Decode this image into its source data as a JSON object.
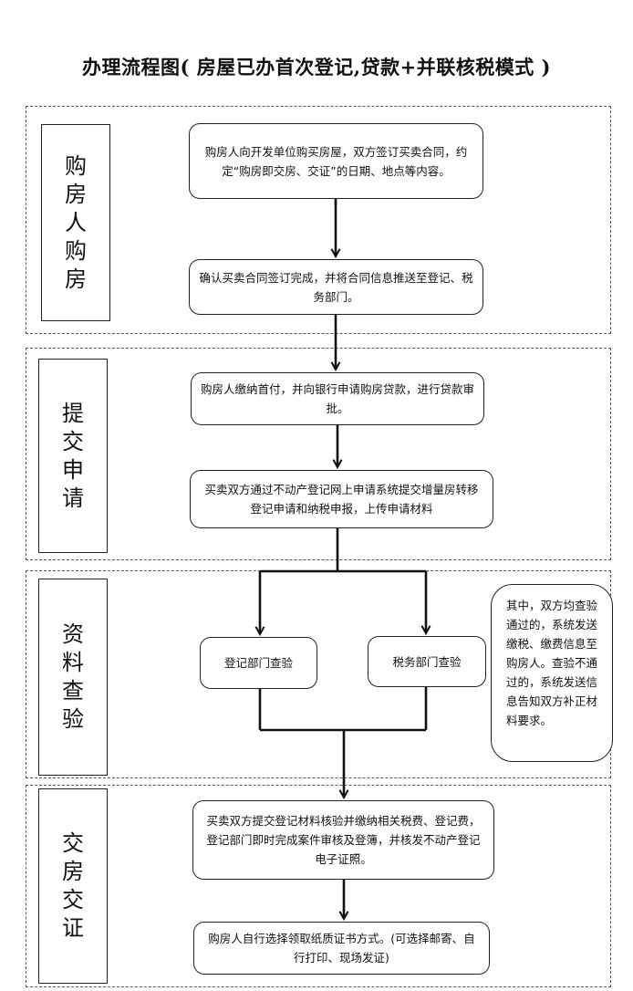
{
  "title": "办理流程图( 房屋已办首次登记,贷款+并联核税模式 )",
  "stages": [
    {
      "label": "购房人购房"
    },
    {
      "label": "提交申请"
    },
    {
      "label": "资料查验"
    },
    {
      "label": "交房交证"
    }
  ],
  "steps": {
    "s1": "购房人向开发单位购买房屋，双方签订买卖合同，约定“购房即交房、交证”的日期、地点等内容。",
    "s2": "确认买卖合同签订完成，并将合同信息推送至登记、税务部门。",
    "s3": "购房人缴纳首付，并向银行申请购房贷款，进行贷款审批。",
    "s4": "买卖双方通过不动产登记网上申请系统提交增量房转移登记申请和纳税申报，上传申请材料",
    "s5a": "登记部门查验",
    "s5b": "税务部门查验",
    "s6": "买卖双方提交登记材料核验并缴纳相关税费、登记费，登记部门即时完成案件审核及登簿，并核发不动产登记电子证照。",
    "s7": "购房人自行选择领取纸质证书方式。(可选择邮寄、自行打印、现场发证)"
  },
  "note": "其中，双方均查验通过的，系统发送缴税、缴费信息至购房人。查验不通过的，系统发送信息告知双方补正材料要求。"
}
